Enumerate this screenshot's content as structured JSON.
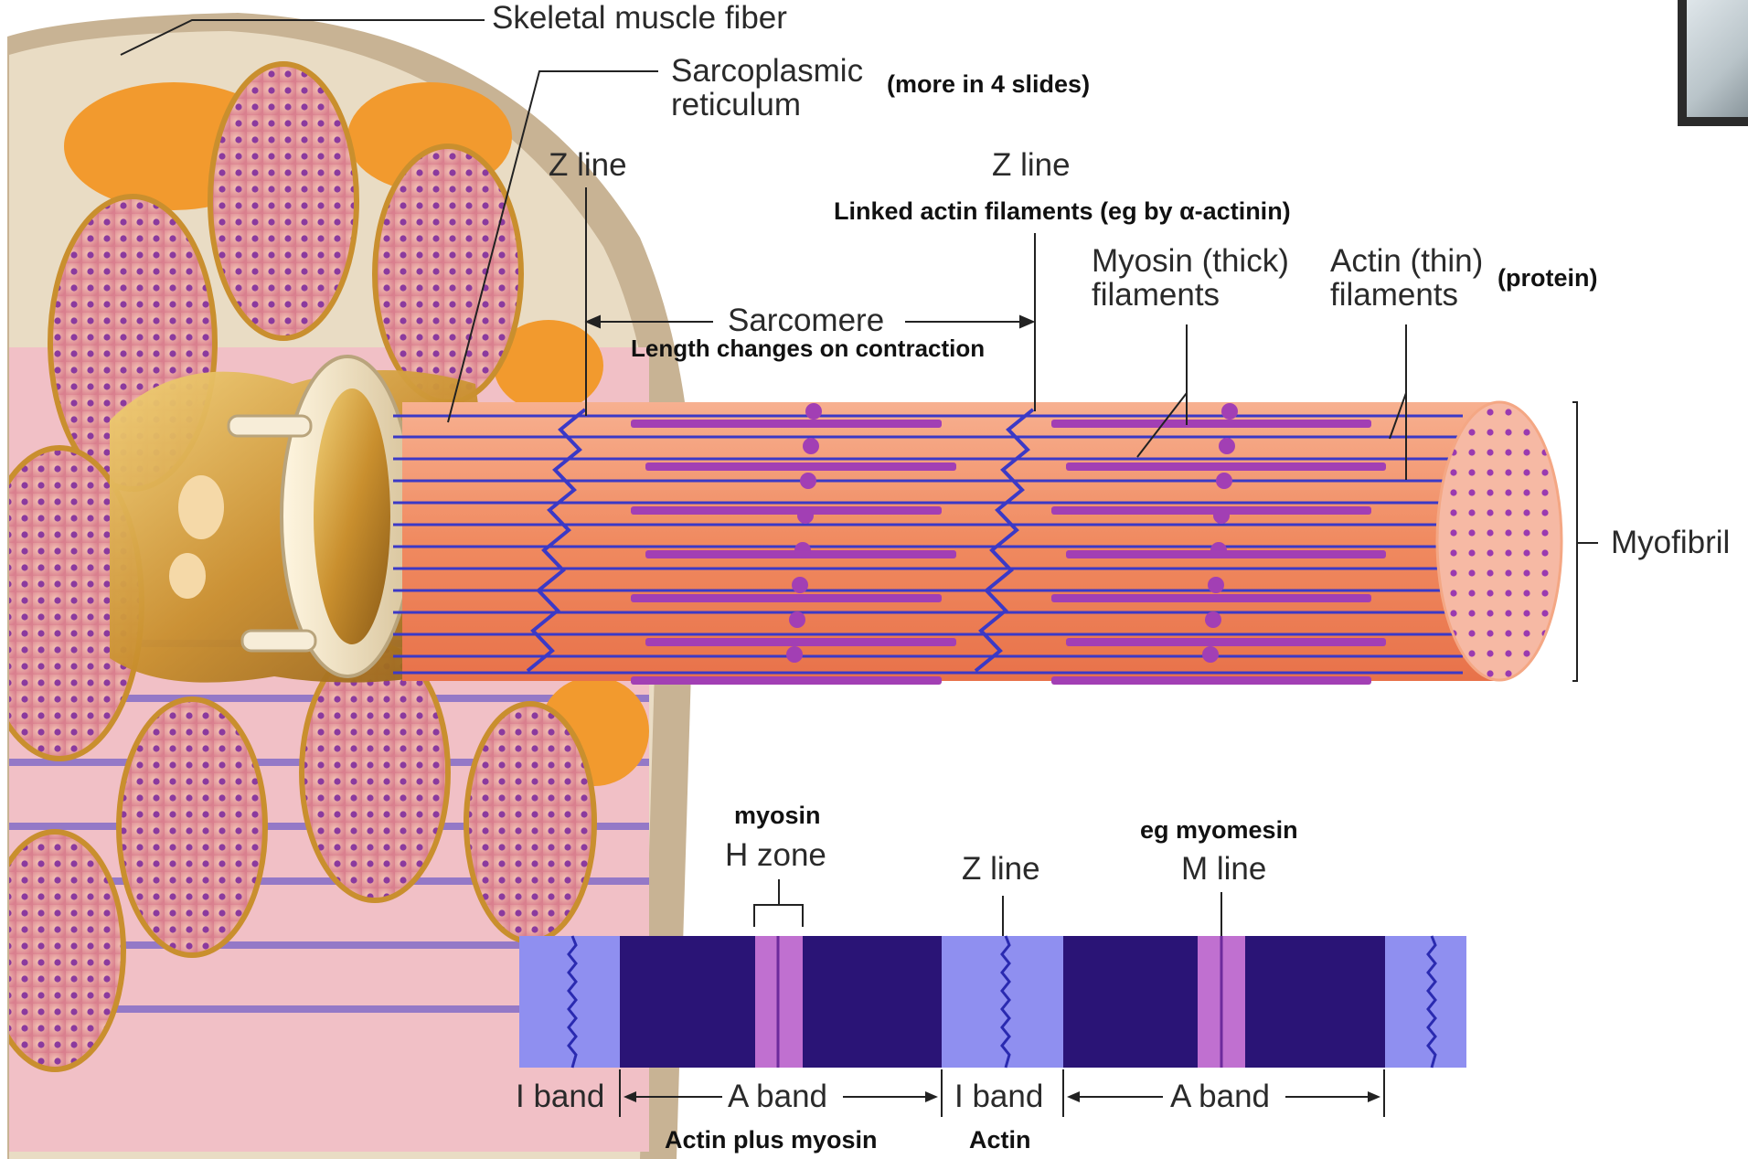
{
  "labels": {
    "skeletal_muscle_fiber": "Skeletal muscle fiber",
    "sarcoplasmic_reticulum": "Sarcoplasmic\nreticulum",
    "more_slides_note": "(more in 4 slides)",
    "z_line_left": "Z line",
    "z_line_right": "Z line",
    "linked_actin_note": "Linked actin filaments (eg by α-actinin)",
    "myosin_filaments": "Myosin (thick)\nfilaments",
    "actin_filaments": "Actin (thin)\nfilaments",
    "protein_note": "(protein)",
    "sarcomere": "Sarcomere",
    "sarcomere_note": "Length changes on contraction",
    "myofibril": "Myofibril",
    "h_zone_note": "myosin",
    "h_zone": "H zone",
    "z_line_band": "Z line",
    "m_line_note": "eg myomesin",
    "m_line": "M line",
    "i_band_left": "I band",
    "a_band_left": "A band",
    "i_band_mid": "I band",
    "a_band_right": "A band",
    "a_band_note": "Actin plus myosin",
    "i_band_note": "Actin"
  },
  "colors": {
    "i_band": "#8f8ff0",
    "a_band": "#2a1476",
    "h_zone": "#c070d0",
    "z_line": "#3b39c6",
    "myofibril": "#f09a70",
    "thick_filament": "#a23fb4",
    "sr": "#c98f2e"
  }
}
